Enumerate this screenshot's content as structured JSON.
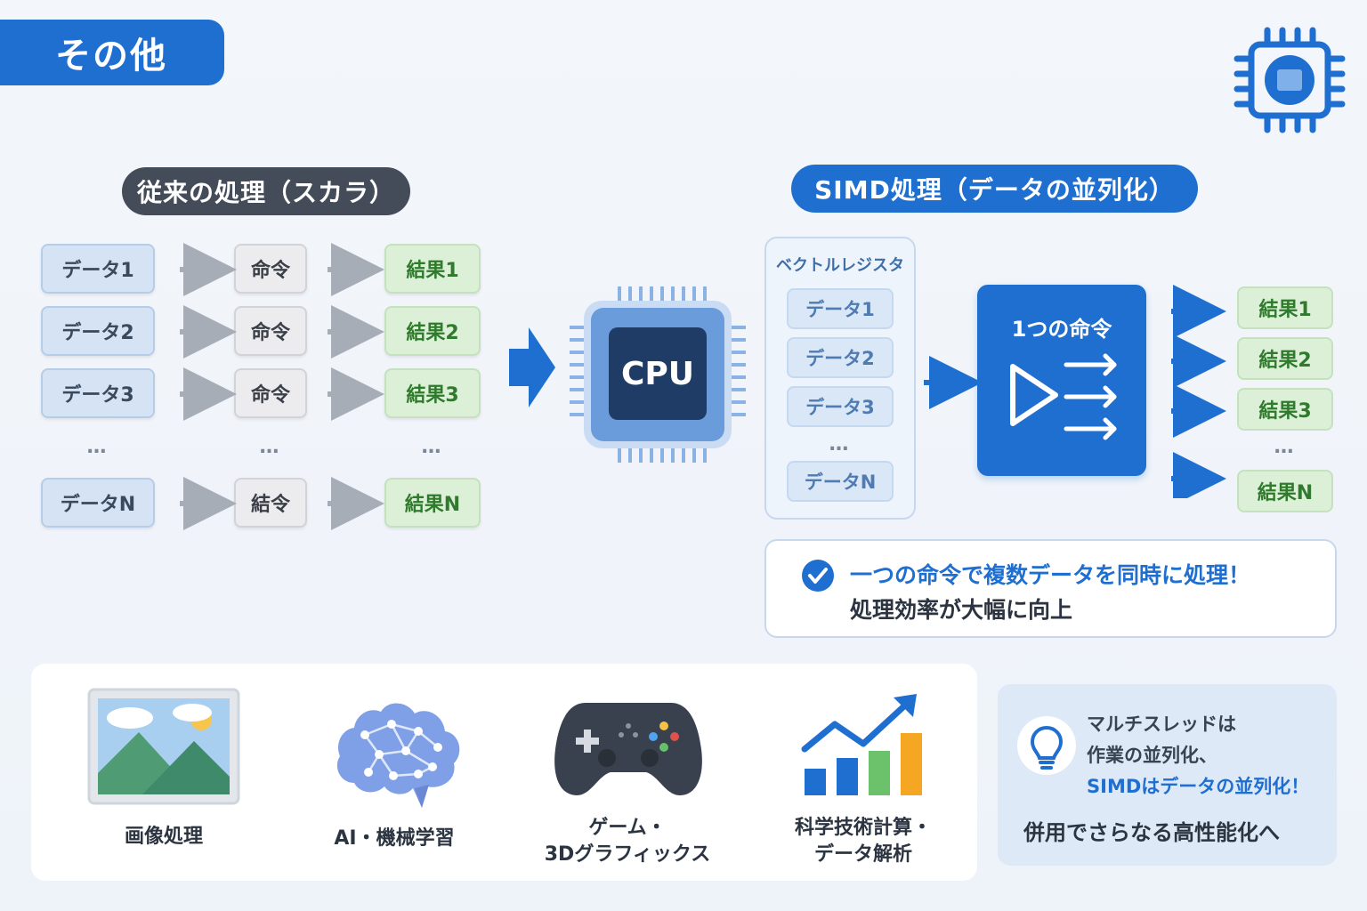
{
  "header": {
    "title": "その他"
  },
  "scalar": {
    "title": "従来の処理（スカラ）",
    "rows": [
      {
        "data": "データ1",
        "cmd": "命令",
        "result": "結果1"
      },
      {
        "data": "データ2",
        "cmd": "命令",
        "result": "結果2"
      },
      {
        "data": "データ3",
        "cmd": "命令",
        "result": "結果3"
      },
      {
        "data": "データN",
        "cmd": "結令",
        "result": "結果N"
      }
    ],
    "ellipsis": "…"
  },
  "cpu": {
    "label": "CPU"
  },
  "simd": {
    "title": "SIMD処理（データの並列化）",
    "register_title": "ベクトルレジスタ",
    "register_items": [
      "データ1",
      "データ2",
      "データ3",
      "データN"
    ],
    "ellipsis": "…",
    "instruction_label": "1つの命令",
    "results": [
      "結果1",
      "結果2",
      "結果3",
      "結果N"
    ]
  },
  "callout": {
    "line1": "一つの命令で複数データを同時に処理！",
    "line2": "処理効率が大幅に向上"
  },
  "applications": [
    {
      "label_lines": [
        "画像処理"
      ],
      "icon": "landscape-image-icon"
    },
    {
      "label_lines": [
        "AI・機械学習"
      ],
      "icon": "brain-network-icon"
    },
    {
      "label_lines": [
        "ゲーム・",
        "3Dグラフィックス"
      ],
      "icon": "gamepad-icon"
    },
    {
      "label_lines": [
        "科学技術計算・",
        "データ解析"
      ],
      "icon": "growth-chart-icon"
    }
  ],
  "tip": {
    "icon": "lightbulb-icon",
    "line1": "マルチスレッドは",
    "line2": "作業の並列化、",
    "line3": "SIMDはデータの並列化！",
    "line4": "併用でさらなる高性能化へ"
  },
  "colors": {
    "accent": "#1f6fd1",
    "dark": "#434c58",
    "result_green": "#2f7a2c",
    "chart_orange": "#f5a623",
    "chart_green": "#6cc26b"
  }
}
